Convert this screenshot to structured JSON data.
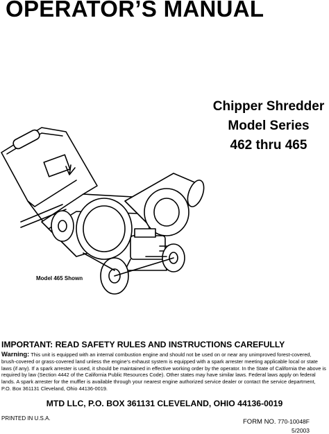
{
  "title": "OPERATOR’S MANUAL",
  "product": {
    "line1": "Chipper Shredder",
    "line2": "Model Series",
    "line3": "462 thru 465"
  },
  "illustration": {
    "caption": "Model 465 Shown"
  },
  "warning": {
    "heading": "IMPORTANT: READ SAFETY RULES AND INSTRUCTIONS CAREFULLY",
    "label": "Warning:",
    "text": "This unit is equipped with an internal combustion engine and should not be used on or near any unimproved forest-covered, brush-covered or grass-covered land unless the engine’s exhaust system is equipped with a spark arrester meeting applicable local or state laws (if any). If a spark arrester is used, it should be maintained in effective working order by the operator. In the State of California the above is required by law (Section 4442 of the California Public Resources Code). Other states may have similar laws. Federal laws apply on federal lands. A spark arrester for the muffler is available through your nearest engine authorized service dealer or contact the service department, P.O. Box 361131 Cleveland, Ohio 44136-0019."
  },
  "footer": {
    "address": "MTD LLC, P.O. BOX 361131 CLEVELAND, OHIO 44136-0019",
    "printed": "PRINTED IN U.S.A.",
    "form_label": "FORM NO.",
    "form_number": "770-10048F",
    "date": "5/2003"
  }
}
